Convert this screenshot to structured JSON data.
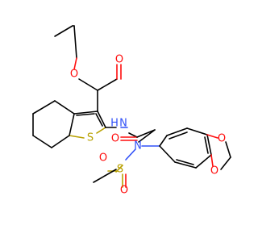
{
  "molecule": {
    "atom_labels": {
      "o_ester_carbonyl": "O",
      "o_ester_ether": "O",
      "o_amide": "O",
      "o_sulfonyl_1": "O",
      "o_sulfonyl_2": "O",
      "o_dioxole_1": "O",
      "o_dioxole_2": "O",
      "s_thiophene": "S",
      "s_sulfonyl": "S",
      "n_amide": "N",
      "h_amide": "H",
      "n_sulfonamide": "N"
    },
    "colors": {
      "carbon_bond": "#000000",
      "oxygen": "#ff0d0d",
      "nitrogen": "#3050f8",
      "sulfur": "#b8a000"
    }
  }
}
